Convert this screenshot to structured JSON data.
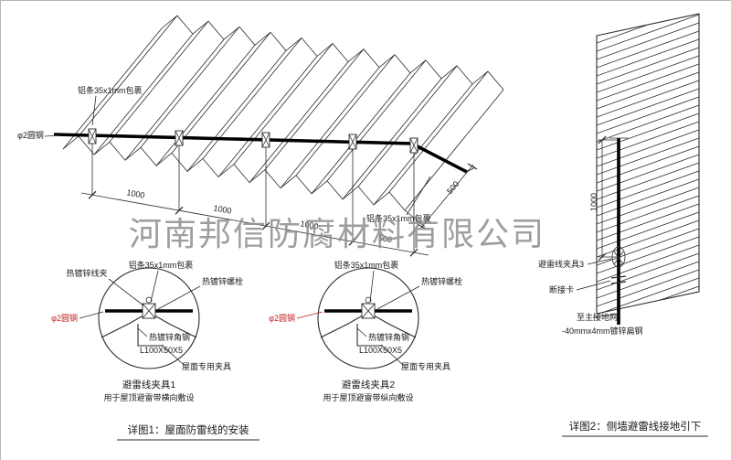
{
  "watermark": "河南邦信防腐材料有限公司",
  "colors": {
    "accent_red": "#c42020",
    "watermark_gray": "#8e8e8e"
  },
  "roof": {
    "label_strip_left": "铝条35x1mm包裹",
    "label_strip_right": "铝条35x1mm包裹",
    "label_rod": "φ2圆钢",
    "dims": [
      "1000",
      "1000",
      "1000",
      "500"
    ],
    "dim_right": "500"
  },
  "detail1": {
    "clamp": "热镀锌线夹",
    "strip": "铝条35x1mm包裹",
    "bolt": "热镀锌螺栓",
    "rod": "φ2圆钢",
    "angle": "热镀锌角钢",
    "angle_spec": "L100X50X5",
    "fixture": "屋面专用夹具",
    "title": "避雷线夹具1",
    "subtitle": "用于屋顶避雷带横向敷设"
  },
  "detail2": {
    "strip": "铝条35x1mm包裹",
    "bolt": "热镀锌螺栓",
    "rod": "φ2圆钢",
    "angle": "热镀锌角钢",
    "angle_spec": "L100X50X5",
    "fixture": "屋面专用夹具",
    "title": "避雷线夹具2",
    "subtitle": "用于屋顶避雷带纵向敷设"
  },
  "wall": {
    "dim": "1000",
    "clamp3": "避雷线夹具3",
    "disconnect": "断接卡",
    "ground1": "至主接地网",
    "ground2": "-40mmx4mm镀锌扁钢"
  },
  "captions": {
    "c1": "详图1：屋面防雷线的安装",
    "c2": "详图2：侧墙避雷线接地引下"
  }
}
